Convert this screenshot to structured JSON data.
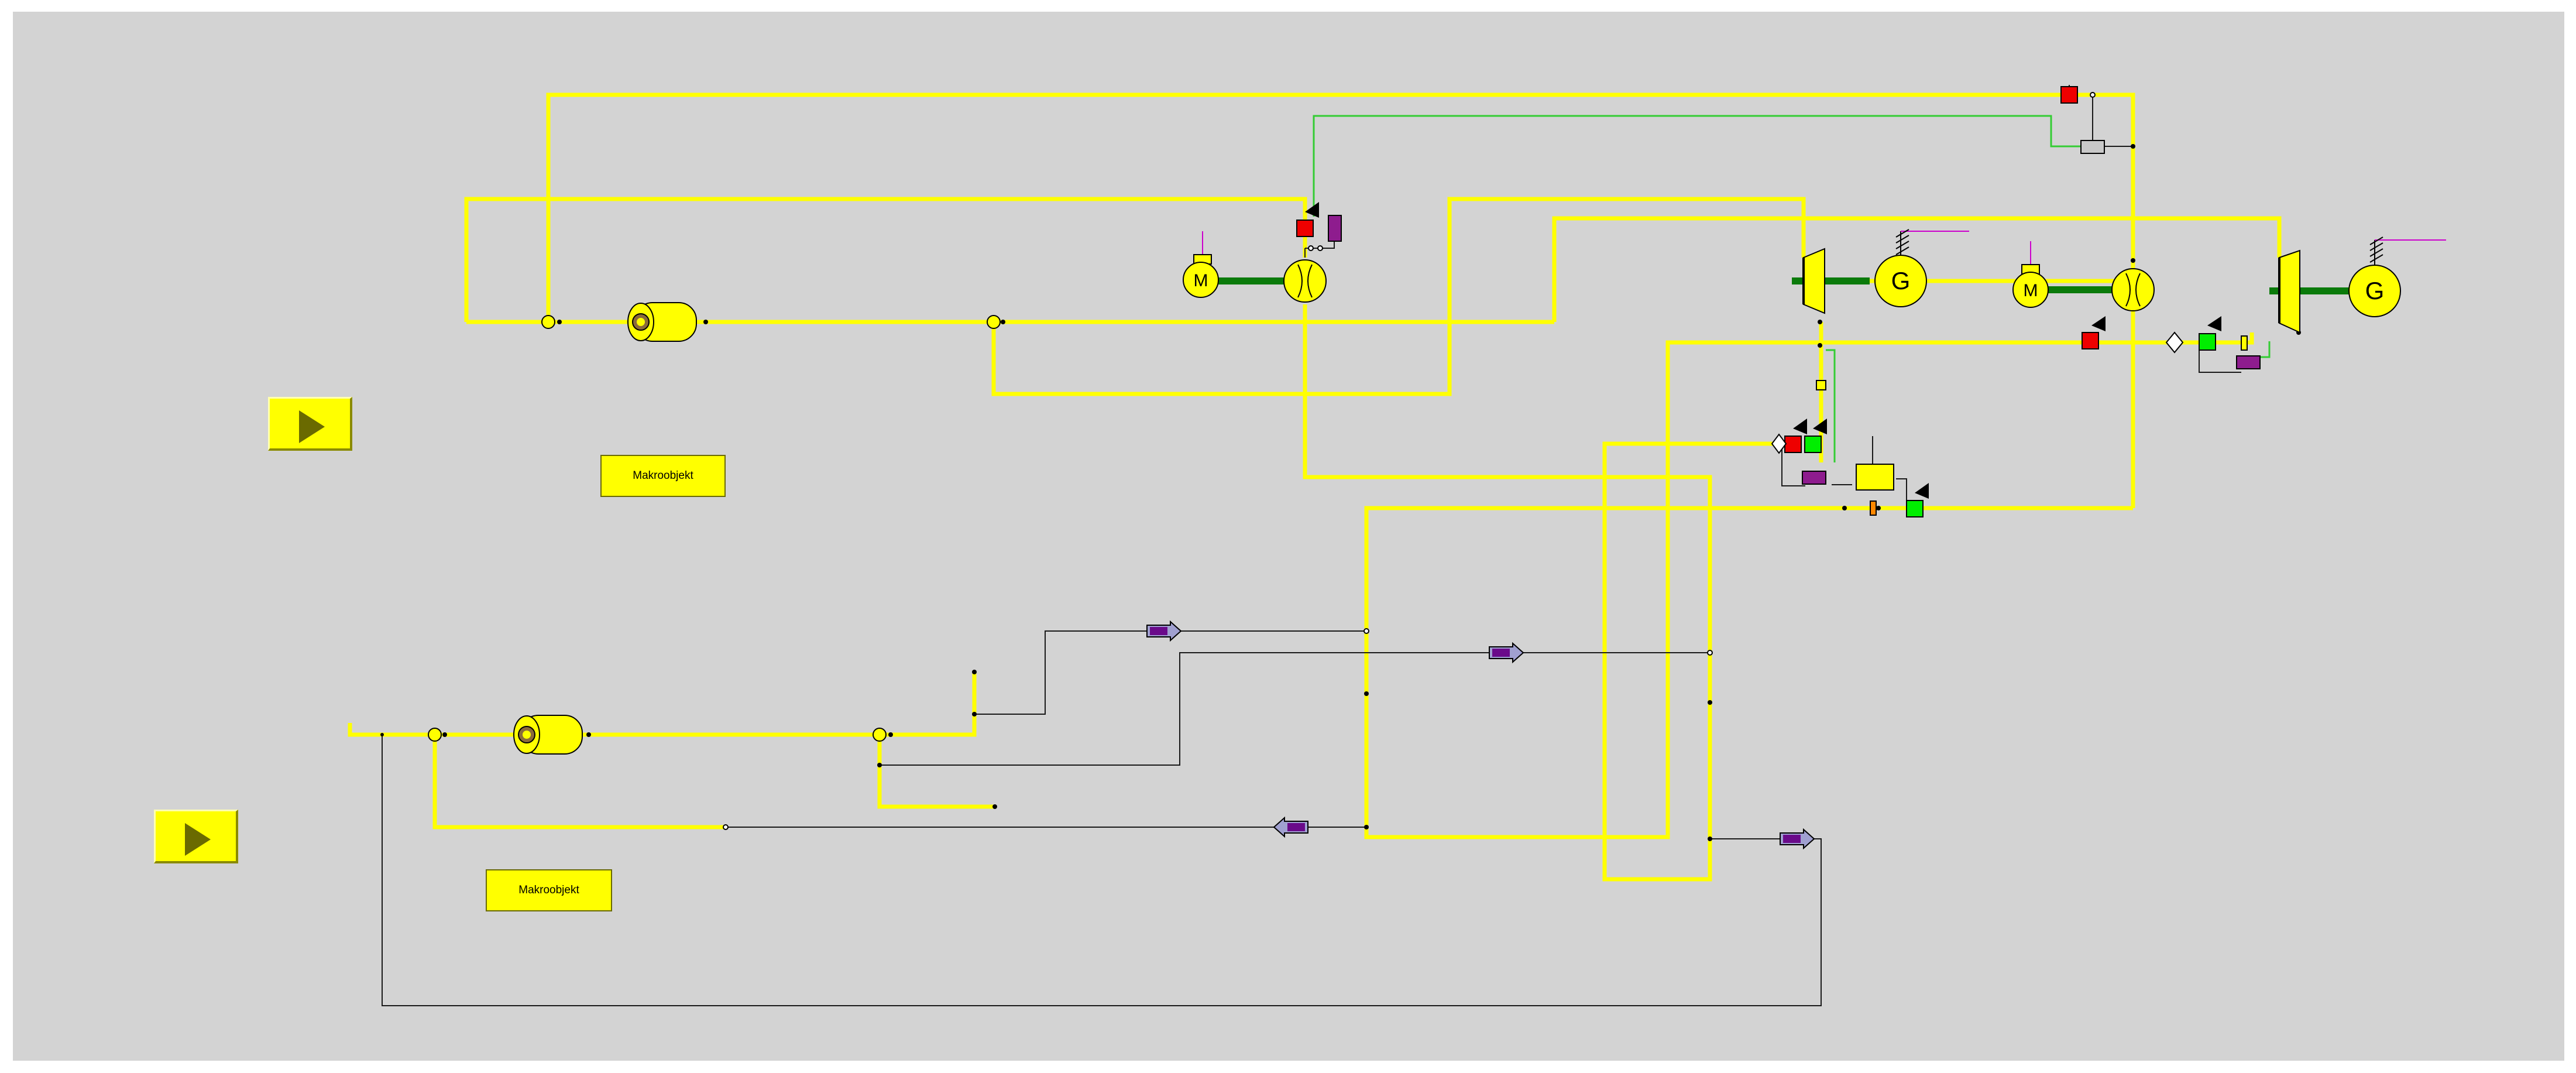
{
  "colors": {
    "background": "#d3d3d3",
    "pipe": "#ffff00",
    "signal": "#33cc33",
    "shaft": "#0a7a0a",
    "line": "#000000"
  },
  "macros": [
    {
      "label": "Makroobjekt"
    },
    {
      "label": "Makroobjekt"
    }
  ],
  "play_buttons": [
    {
      "icon": "play-icon"
    },
    {
      "icon": "play-icon"
    }
  ],
  "components": {
    "motor_label": "M",
    "generator_label": "G"
  }
}
